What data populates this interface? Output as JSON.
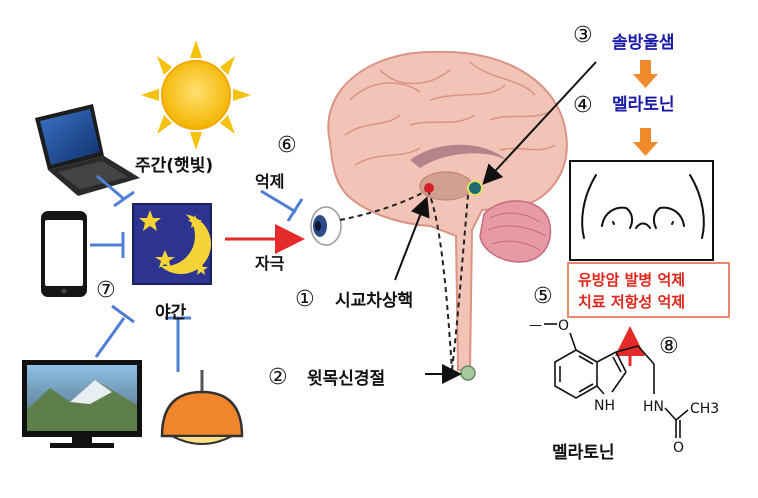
{
  "labels": {
    "daytime": "주간(햇빛)",
    "night": "야간",
    "suppress": "억제",
    "stimulus": "자극",
    "optic_chiasm": "시교차상핵",
    "sup_cervical_ganglion": "윗목신경절",
    "pineal": "솔방울샘",
    "melatonin_top": "멜라토닌",
    "melatonin_bottom": "멜라토닌",
    "effect_line1": "유방암 발병 억제",
    "effect_line2": "치료 저항성 억제"
  },
  "numbers": {
    "n1": "①",
    "n2": "②",
    "n3": "③",
    "n4": "④",
    "n5": "⑤",
    "n6": "⑥",
    "n7": "⑦",
    "n8": "⑧"
  },
  "molecule": {
    "methyl_o": "O",
    "ch3_top": "—",
    "nh_ring": "NH",
    "hn_chain": "HN",
    "ch3": "CH3",
    "carbonyl_o": "O"
  },
  "colors": {
    "blue_text": "#1a1aa8",
    "red_text": "#e0261b",
    "orange": "#f08a2a",
    "inhibit_blue": "#4f7fd4",
    "arrow_red": "#e52a2a",
    "brain": "#f2c4b8",
    "night_bg": "#2d3590"
  }
}
